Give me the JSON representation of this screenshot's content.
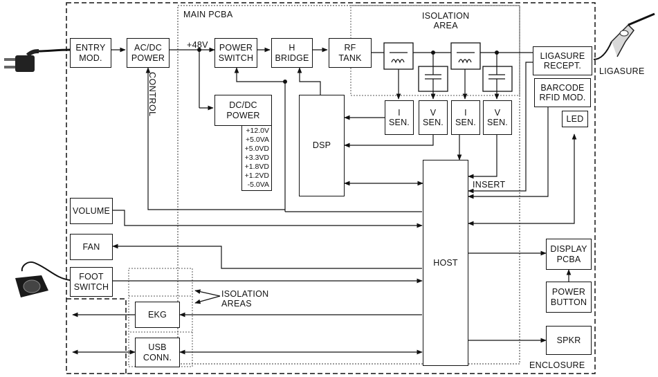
{
  "regions": {
    "main_pcba": "MAIN PCBA",
    "isolation_area": "ISOLATION\nAREA",
    "isolation_areas": "ISOLATION\nAREAS",
    "enclosure": "ENCLOSURE"
  },
  "blocks": {
    "entry_mod": "ENTRY\nMOD.",
    "ac_dc_power": "AC/DC\nPOWER",
    "power_switch": "POWER\nSWITCH",
    "h_bridge": "H\nBRIDGE",
    "rf_tank": "RF\nTANK",
    "ligasure_recept": "LIGASURE\nRECEPT.",
    "barcode_rfid": "BARCODE\nRFID MOD.",
    "led": "LED",
    "dc_dc_power": "DC/DC\nPOWER",
    "dsp": "DSP",
    "i_sen_1": "I\nSEN.",
    "v_sen_1": "V\nSEN.",
    "i_sen_2": "I\nSEN.",
    "v_sen_2": "V\nSEN.",
    "host": "HOST",
    "volume": "VOLUME",
    "fan": "FAN",
    "foot_switch": "FOOT\nSWITCH",
    "ekg": "EKG",
    "usb_conn": "USB\nCONN.",
    "display_pcba": "DISPLAY\nPCBA",
    "power_button": "POWER\nBUTTON",
    "spkr": "SPKR"
  },
  "labels": {
    "v48": "+48V",
    "control": "CONTROL",
    "insert": "INSERT",
    "ligasure": "LIGASURE"
  },
  "voltages": [
    "+12.0V",
    "+5.0VA",
    "+5.0VD",
    "+3.3VD",
    "+1.8VD",
    "+1.2VD",
    "-5.0VA"
  ]
}
